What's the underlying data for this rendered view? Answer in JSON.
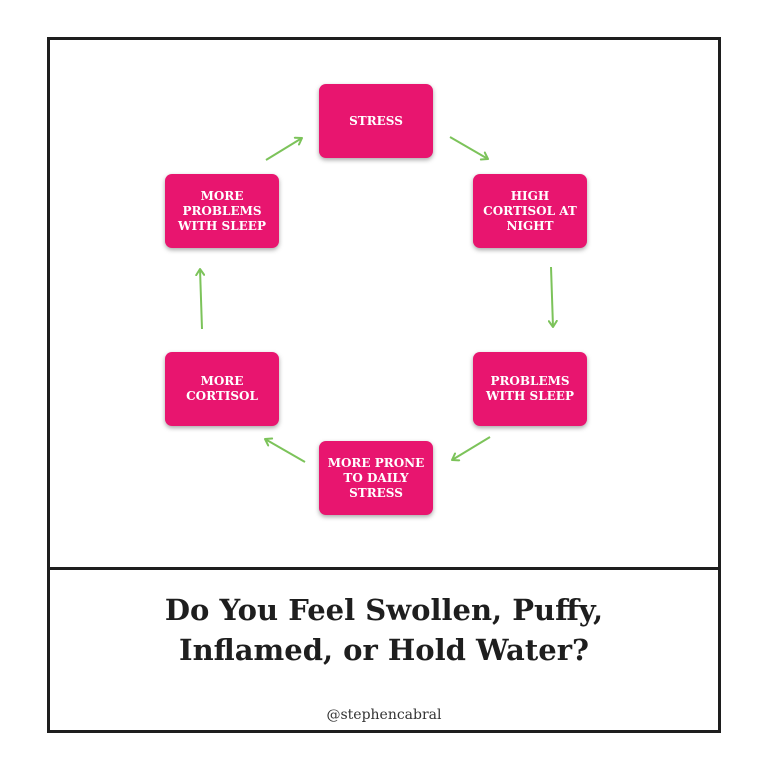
{
  "cycle": {
    "nodes": [
      {
        "id": "stress",
        "label": "STRESS"
      },
      {
        "id": "high-cortisol",
        "label": "HIGH\nCORTISOL AT\nNIGHT"
      },
      {
        "id": "problems-sleep",
        "label": "PROBLEMS\nWITH SLEEP"
      },
      {
        "id": "prone-stress",
        "label": "MORE PRONE\nTO DAILY\nSTRESS"
      },
      {
        "id": "more-cortisol",
        "label": "MORE\nCORTISOL"
      },
      {
        "id": "more-problems-sleep",
        "label": "MORE\nPROBLEMS\nWITH SLEEP"
      }
    ],
    "colors": {
      "node_fill": "#e8156f",
      "arrow": "#7cc35a"
    }
  },
  "footer": {
    "headline": "Do You Feel Swollen, Puffy,\nInflamed, or Hold Water?",
    "handle": "@stephencabral"
  }
}
